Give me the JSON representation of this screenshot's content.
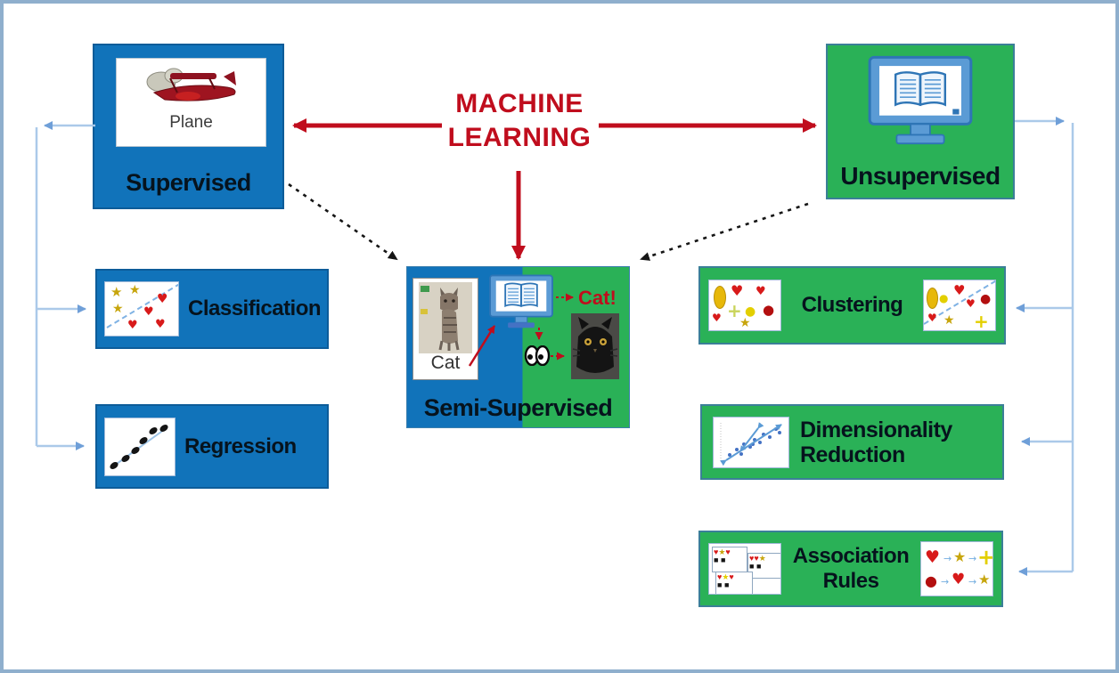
{
  "title": "MACHINE LEARNING",
  "accent_colors": {
    "supervised_blue": "#1173ba",
    "unsupervised_green": "#2ab157",
    "highlight_red": "#c00d1d",
    "connector_light_blue": "#abc9e9",
    "dashed_black": "#111111",
    "page_frame": "#8fafcd"
  },
  "nodes": {
    "supervised": {
      "label": "Supervised",
      "example_image_label": "Plane"
    },
    "unsupervised": {
      "label": "Unsupervised"
    },
    "semi_supervised": {
      "label": "Semi-Supervised",
      "input_image_label": "Cat",
      "prediction_label": "Cat!"
    },
    "classification": {
      "label": "Classification"
    },
    "regression": {
      "label": "Regression"
    },
    "clustering": {
      "label": "Clustering"
    },
    "dimensionality_reduction": {
      "label": "Dimensionality Reduction"
    },
    "association_rules": {
      "label": "Association Rules"
    }
  },
  "edges": [
    {
      "from": "machine-learning",
      "to": "supervised",
      "style": "red-solid-arrow"
    },
    {
      "from": "machine-learning",
      "to": "unsupervised",
      "style": "red-solid-arrow"
    },
    {
      "from": "machine-learning",
      "to": "semi-supervised",
      "style": "red-solid-arrow"
    },
    {
      "from": "supervised",
      "to": "semi-supervised",
      "style": "black-dashed-arrow"
    },
    {
      "from": "unsupervised",
      "to": "semi-supervised",
      "style": "black-dashed-arrow"
    },
    {
      "from": "supervised",
      "to": "classification",
      "style": "light-blue-connector"
    },
    {
      "from": "supervised",
      "to": "regression",
      "style": "light-blue-connector"
    },
    {
      "from": "unsupervised",
      "to": "clustering",
      "style": "light-blue-connector"
    },
    {
      "from": "unsupervised",
      "to": "dimensionality-reduction",
      "style": "light-blue-connector"
    },
    {
      "from": "unsupervised",
      "to": "association-rules",
      "style": "light-blue-connector"
    },
    {
      "from": "cat-image",
      "to": "semi-model",
      "style": "red-solid-arrow"
    },
    {
      "from": "semi-model",
      "to": "cat-prediction",
      "style": "red-dashed-arrow"
    },
    {
      "from": "semi-model",
      "to": "observation",
      "style": "red-dashed-arrow"
    },
    {
      "from": "observation",
      "to": "unlabeled-cat-photo",
      "style": "red-dashed-arrow"
    }
  ]
}
